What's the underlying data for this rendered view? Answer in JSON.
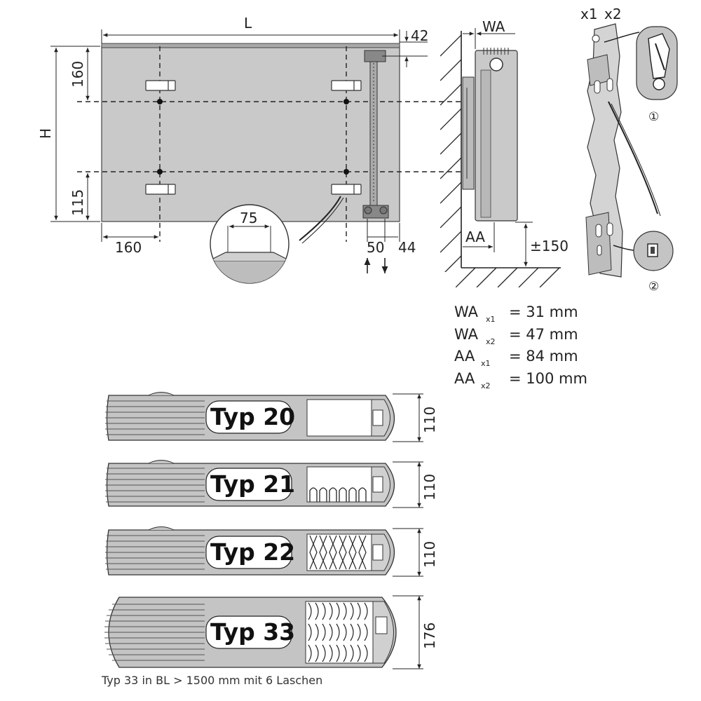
{
  "front_view": {
    "length_label": "L",
    "height_label": "H",
    "top_offset": "160",
    "bottom_offset": "115",
    "left_offset": "160",
    "bracket_width": "75",
    "side_offset": "42",
    "connection_spacing": "50",
    "connection_offset": "44"
  },
  "side_view": {
    "wall_distance_label": "WA",
    "axis_distance_label": "AA",
    "floor_tolerance": "±150"
  },
  "bracket_view": {
    "variants": [
      "x1",
      "x2"
    ],
    "callouts": [
      "①",
      "②"
    ]
  },
  "legend": [
    {
      "label": "WA",
      "sub": "x1",
      "value": "= 31 mm"
    },
    {
      "label": "WA",
      "sub": "x2",
      "value": "= 47 mm"
    },
    {
      "label": "AA",
      "sub": "x1",
      "value": "= 84 mm"
    },
    {
      "label": "AA",
      "sub": "x2",
      "value": "= 100 mm"
    }
  ],
  "types": [
    {
      "name": "Typ 20",
      "depth": "110"
    },
    {
      "name": "Typ 21",
      "depth": "110"
    },
    {
      "name": "Typ 22",
      "depth": "110"
    },
    {
      "name": "Typ 33",
      "depth": "176"
    }
  ],
  "footnote": "Typ 33 in BL > 1500 mm mit 6 Laschen",
  "colors": {
    "panel": "#c8c8c8",
    "stroke": "#222222",
    "background": "#ffffff"
  }
}
